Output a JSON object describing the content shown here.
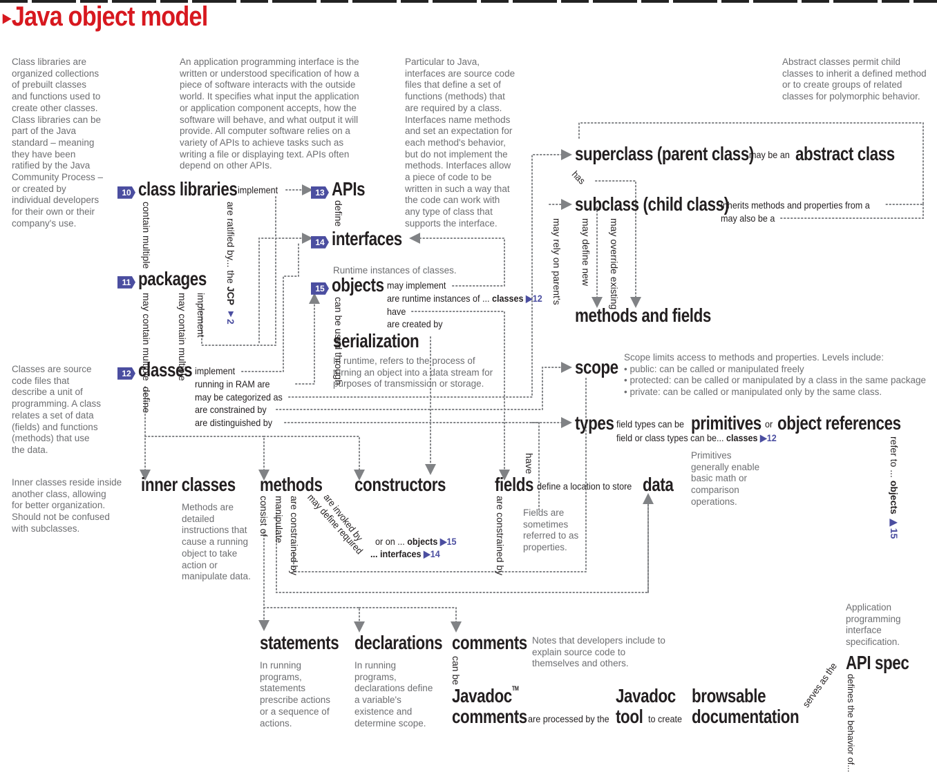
{
  "title": "Java object model",
  "descriptions": {
    "class_libraries": "Class libraries are\norganized collections\nof prebuilt classes\nand functions used to\ncreate other classes.\nClass libraries can be\npart of the Java\nstandard – meaning\nthey have been\nratified by the Java\nCommunity Process –\nor created by\nindividual developers\nfor their own or their\ncompany's use.",
    "apis": "An application programming interface is the\nwritten or understood specification of how a\npiece of software interacts with the outside\nworld. It specifies what input the application\nor application component accepts, how the\nsoftware will behave, and what output it will\nprovide. All computer software relies on a\nvariety of APIs to achieve tasks such as\nwriting a file or displaying text. APIs often\ndepend on other APIs.",
    "interfaces": "Particular to Java,\ninterfaces are source code\nfiles that define a set of\nfunctions (methods) that\nare required by a class.\nInterfaces name methods\nand set an expectation for\neach method's behavior,\nbut do not implement the\nmethods. Interfaces allow\na piece of code to be\nwritten in such a way that\nthe code can work with\nany type of class that\nsupports the interface.",
    "abstract": "Abstract classes permit child\nclasses to inherit a defined method\nor to create groups of related\nclasses for polymorphic behavior.",
    "objects": "Runtime instances of classes.",
    "serialization": "In runtime, refers to the process of\nturning an object into a data stream for\npurposes of transmission or storage.",
    "classes": "Classes are source\ncode files that\ndescribe a unit of\nprogramming. A class\nrelates a set of data\n(fields) and functions\n(methods) that use\nthe data.",
    "scope": "Scope limits access to methods and properties. Levels include:\n• public: can be called or manipulated freely\n• protected: can be called or manipulated by a class in the same package\n• private: can be called or manipulated only by the same class.",
    "primitives": "Primitives\ngenerally enable\nbasic math or\ncomparison\noperations.",
    "inner_classes": "Inner classes reside inside\nanother class, allowing\nfor better organization.\nShould not be confused\nwith subclasses.",
    "methods": "Methods are\ndetailed\ninstructions that\ncause a running\nobject to take\naction or\nmanipulate data.",
    "fields": "Fields are\nsometimes\nreferred to as\nproperties.",
    "statements": "In running\nprograms,\nstatements\nprescribe actions\nor a sequence of\nactions.",
    "declarations": "In running\nprograms,\ndeclarations define\na variable's\nexistence and\ndetermine scope.",
    "comments": "Notes that developers include to\nexplain source code to\nthemselves and others.",
    "api_spec": "Application\nprogramming\ninterface\nspecification."
  },
  "nodes": {
    "class_libraries": {
      "badge": "10",
      "label": "class libraries"
    },
    "apis": {
      "badge": "13",
      "label": "APIs"
    },
    "interfaces": {
      "badge": "14",
      "label": "interfaces"
    },
    "packages": {
      "badge": "11",
      "label": "packages"
    },
    "objects": {
      "badge": "15",
      "label": "objects"
    },
    "classes": {
      "badge": "12",
      "label": "classes"
    },
    "serialization": "serialization",
    "superclass": "superclass (parent class)",
    "abstract_class": "abstract class",
    "subclass": "subclass (child class)",
    "methods_and_fields": "methods and fields",
    "scope": "scope",
    "types": "types",
    "primitives": "primitives",
    "object_references": "object references",
    "inner_classes": "inner classes",
    "methods": "methods",
    "constructors": "constructors",
    "fields": "fields",
    "data": "data",
    "statements": "statements",
    "declarations": "declarations",
    "comments": "comments",
    "javadoc_comments_1": "Javadoc",
    "javadoc_tm": "TM",
    "javadoc_comments_2": "comments",
    "javadoc_tool_1": "Javadoc",
    "javadoc_tool_2": "tool",
    "browsable_1": "browsable",
    "browsable_2": "documentation",
    "api_spec": "API spec"
  },
  "relations": {
    "implement": "implement",
    "contain_multiple": "contain multiple",
    "ratified_by": "are ratified by... the",
    "jcp": "JCP",
    "ref2": "▼2",
    "define": "define",
    "may_contain_multiple": "may contain multiple",
    "may_contain_multiple2": "may contain multiple",
    "pk_implement": "implement",
    "obj_may_implement": "may implement",
    "obj_runtime": "are runtime instances of ...",
    "obj_classes": "classes",
    "obj_ref12": "▶12",
    "obj_have": "have",
    "obj_created": "are created by",
    "can_be_used_through": "can be used through",
    "cls_implement": "implement",
    "cls_running": "running in RAM are",
    "cls_categorized": "may be categorized as",
    "cls_constrained": "are constrained by",
    "cls_distinguished": "are distinguished by",
    "cls_define": "define",
    "may_be_an": "may be an",
    "has": "has",
    "inherits": "inherits methods and properties from a",
    "may_also_be": "may also be a",
    "rely_parents": "may rely on parent's",
    "define_new": "may define new",
    "override_existing": "may override existing",
    "field_types": "field types can be",
    "or": "or",
    "field_class_types": "field or class types can be...",
    "types_classes": "classes",
    "types_ref12": "▶12",
    "refer_to": "refer to ...",
    "refer_objects": "objects",
    "refer_ref15": "▶15",
    "have": "have",
    "define_location": "define a location to store",
    "m_consist": "consist of",
    "m_manipulate": "manipulate",
    "m_constrained": "are constrained by",
    "m_define_required": "may define required",
    "m_invoked": "are invoked by",
    "m_or_on": "or on ...",
    "m_objects": "objects",
    "m_ref15": "▶15",
    "m_interfaces": "... interfaces",
    "m_ref14": "▶14",
    "f_constrained": "are constrained by",
    "can_be": "can be",
    "processed_by": "are processed by the",
    "to_create": "to create",
    "serves_as": "serves as the",
    "defines_behavior": "defines the behavior of..."
  },
  "colors": {
    "title": "#d7181f",
    "badge": "#4b4ea0",
    "text": "#231f20",
    "desc": "#6d6e71",
    "line": "#808285"
  }
}
